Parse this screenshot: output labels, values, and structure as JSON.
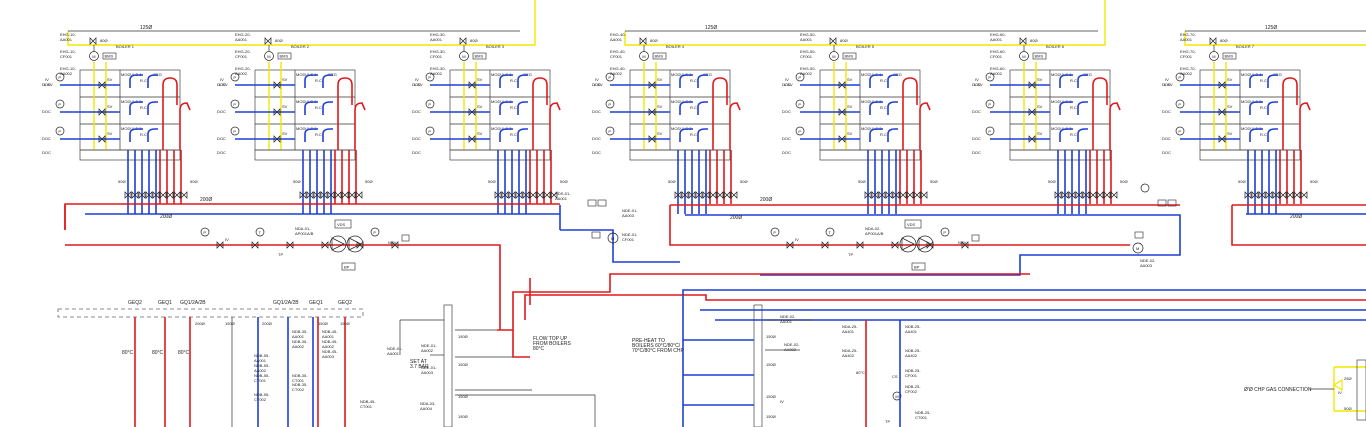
{
  "colors": {
    "flow": "#e0191c",
    "return": "#1f3fd6",
    "gas": "#f2e600",
    "line": "#333333"
  },
  "gas_header_label": "125Ø",
  "boilers": [
    {
      "name": "BOILER 1",
      "ehg_tag": "EHG-10-\nAA001",
      "cf_tag": "EHG-10-\nCF001",
      "ehs_tag": "EHG-10-\nAA002"
    },
    {
      "name": "BOILER 2",
      "ehg_tag": "EHG-20-\nAA001",
      "cf_tag": "EHG-20-\nCF001",
      "ehs_tag": "EHG-20-\nAA002"
    },
    {
      "name": "BOILER 3",
      "ehg_tag": "EHG-30-\nAA001",
      "cf_tag": "EHG-30-\nCF001",
      "ehs_tag": "EHG-30-\nAA002"
    },
    {
      "name": "BOILER 4",
      "ehg_tag": "EHG-40-\nAA001",
      "cf_tag": "EHG-40-\nCF001",
      "ehs_tag": "EHG-40-\nAA002"
    },
    {
      "name": "BOILER 5",
      "ehg_tag": "EHG-50-\nAA001",
      "cf_tag": "EHG-50-\nCF001",
      "ehs_tag": "EHG-50-\nAA002"
    },
    {
      "name": "BOILER 6",
      "ehg_tag": "EHG-60-\nAA001",
      "cf_tag": "EHG-60-\nCF001",
      "ehs_tag": "EHG-60-\nAA002"
    },
    {
      "name": "BOILER 7",
      "ehg_tag": "EHG-70-\nAA001",
      "cf_tag": "EHG-70-\nCF001",
      "ehs_tag": "EHG-70-\nAA002"
    }
  ],
  "boiler_common": {
    "gas_valve_size": "80Ø",
    "bms": "BMS",
    "module_labels": [
      "MODULE 1",
      "MODULE 2",
      "MODULE 3"
    ],
    "geg": "GEG",
    "doc": "DOC",
    "iv": "IV",
    "lsv": "L.SV",
    "sv": "SV",
    "rc": "R.C",
    "pipe_size_50": "50Ø",
    "m": "M",
    "p": "P",
    "t": "T",
    "f": "F"
  },
  "header_sizes": {
    "flow": "200Ø",
    "return": "200Ø"
  },
  "pumpsets": [
    {
      "tag": "NDA-01-\nAP001A/B",
      "vds": "VDS",
      "bp": "BP",
      "tp": "TP",
      "nrv": "NRV",
      "iv": "IV"
    },
    {
      "tag": "NDA-02-\nAP001A/B",
      "vds": "VDS",
      "bp": "BP",
      "tp": "TP",
      "nrv": "NRV",
      "iv": "IV"
    }
  ],
  "centre_tags": {
    "nde01": "NDE-01-\nAA003",
    "nde02": "NDE-01-\nCF001",
    "pumpset_tag_top": "NDS-01-\nAA001",
    "right_tag": "NDE-02-\nAA003"
  },
  "legend_bottom_left": {
    "headers": [
      "GEQ2",
      "GEQ1",
      "GQ1/2A/2B",
      "GQ1/2A/2B",
      "GEQ1",
      "GEQ2"
    ],
    "temps": [
      "80°C",
      "80°C",
      "80°C"
    ],
    "sizes": [
      "200Ø",
      "150Ø",
      "200Ø",
      "150Ø",
      "150Ø"
    ]
  },
  "notes": {
    "flow_top_up": "FLOW TOP UP\nFROM BOILERS\n80°C",
    "pre_heat": "PRE-HEAT TO\nBOILERS 60°C/80°C/\n70°C/80°C FROM CHP",
    "set_at": "SET AT\n3.7 BAR",
    "chp_gas": "Ø'Ø CHP GAS CONNECTION"
  },
  "lower_tags": [
    "NDB-55-\nAA001",
    "NDB-55-\nAA002",
    "NDB-55-\nCT001",
    "NDB-55-\nCT002",
    "NDB-35-\nAA001",
    "NDB-35-\nAA002",
    "NDB-35-\nCT001",
    "NDB-35-\nCT002",
    "NDB-45-\nAA001",
    "NDB-45-\nAA002",
    "NDB-45-\nAA003",
    "NDB-45-\nCT001",
    "NDE-01-\nAA001",
    "NDE-01-\nAA002",
    "NDE-01-\nAA003",
    "NDA-03-\nAA004",
    "NDE-02-\nAA001",
    "NDE-02-\nAA002",
    "NDA-25-\nAA401",
    "NDA-25-\nAA402",
    "NDB-25-\nAA401",
    "NDB-25-\nAA402",
    "NDB-25-\nCF001",
    "NDB-25-\nCF002",
    "NDB-25-\nCT001"
  ],
  "lower_sizes": [
    "150Ø",
    "150Ø",
    "150Ø",
    "150Ø",
    "150Ø",
    "150Ø",
    "150Ø",
    "150Ø"
  ],
  "lower_misc": {
    "temp": "80°C",
    "cs": "CS",
    "iv": "IV",
    "tp": "TP",
    "sv": "SV",
    "size_25": "25Ø",
    "size_50": "50Ø"
  }
}
